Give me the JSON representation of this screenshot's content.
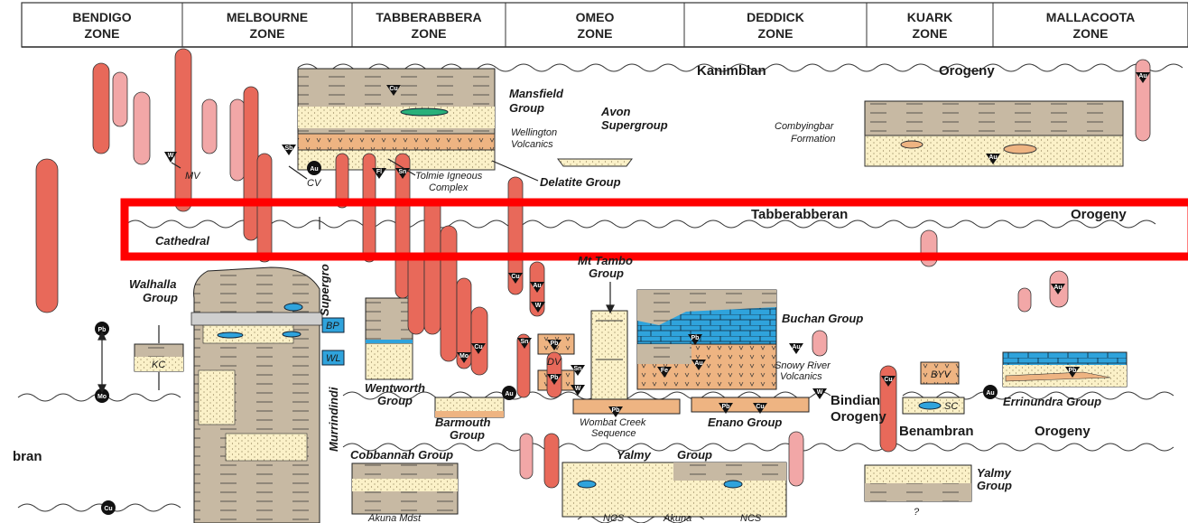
{
  "zones": [
    "BENDIGO",
    "MELBOURNE",
    "TABBERABBERA",
    "OMEO",
    "DEDDICK",
    "KUARK",
    "MALLACOOTA"
  ],
  "zone_word": "ZONE",
  "orogenies": {
    "kanimblan": "Kanimblan",
    "orogeny": "Orogeny",
    "tabberabberan": "Tabberabberan",
    "bindian": "Bindian",
    "bindian_orogeny": "Orogeny",
    "benambran": "Benambran",
    "benambran_orogeny": "Orogeny",
    "left_cut": "bran"
  },
  "units": {
    "mansfield": [
      "Mansfield",
      "Group"
    ],
    "wellington": [
      "Wellington",
      "Volcanics"
    ],
    "avon": [
      "Avon",
      "Supergroup"
    ],
    "combyingbar": [
      "Combyingbar",
      "Formation"
    ],
    "mv": "MV",
    "cv": "CV",
    "tolmie": [
      "Tolmie Igneous",
      "Complex"
    ],
    "delatite": "Delatite Group",
    "cathedral": "Cathedral",
    "walhalla": [
      "Walhalla",
      "Group"
    ],
    "supergroup_v": "Supergro",
    "murrindindi": "Murrindindi",
    "bp": "BP",
    "wl": "WL",
    "kc": "KC",
    "wentworth": [
      "Wentworth",
      "Group"
    ],
    "barmouth": [
      "Barmouth",
      "Group"
    ],
    "mt_tambo": [
      "Mt Tambo",
      "Group"
    ],
    "dv": "DV",
    "buchan": "Buchan Group",
    "snowy": [
      "Snowy River",
      "Volcanics"
    ],
    "wombat": [
      "Wombat Creek",
      "Sequence"
    ],
    "enano": "Enano Group",
    "byv": "BYV",
    "sc": "SC",
    "errinundra": "Errinundra Group",
    "cobbannah": "Cobbannah Group",
    "yalmy": "Yalmy",
    "yalmy_group": "Group",
    "yalmy_right": [
      "Yalmy",
      "Group"
    ],
    "akuna_mdst": "Akuna Mdst",
    "akuna": "Akuna",
    "ncs": "NCS",
    "question": "?"
  },
  "mineral_labels": [
    "Cu",
    "W",
    "Sb",
    "Au",
    "Fl",
    "Sn",
    "Cu",
    "Au",
    "W",
    "Cu",
    "Mo",
    "Sn",
    "Pb",
    "Pb",
    "Sn",
    "W",
    "Au",
    "Pb",
    "Pb",
    "Au",
    "Fe",
    "Au",
    "Pb",
    "Pb",
    "Cu",
    "Cu",
    "W",
    "Au",
    "Pb",
    "Mo",
    "Cu",
    "Au",
    "Au",
    "Au",
    "Pb",
    "Cu"
  ],
  "colors": {
    "intrusion": "#e8695a",
    "intrusion_light": "#f2a7a7",
    "sediment": "#c7b9a3",
    "sandstone": "#fbf1c8",
    "volcanic": "#eeb482",
    "limestone": "#2fa3dc",
    "highlight": "#ff0000",
    "green": "#2ab07a"
  }
}
